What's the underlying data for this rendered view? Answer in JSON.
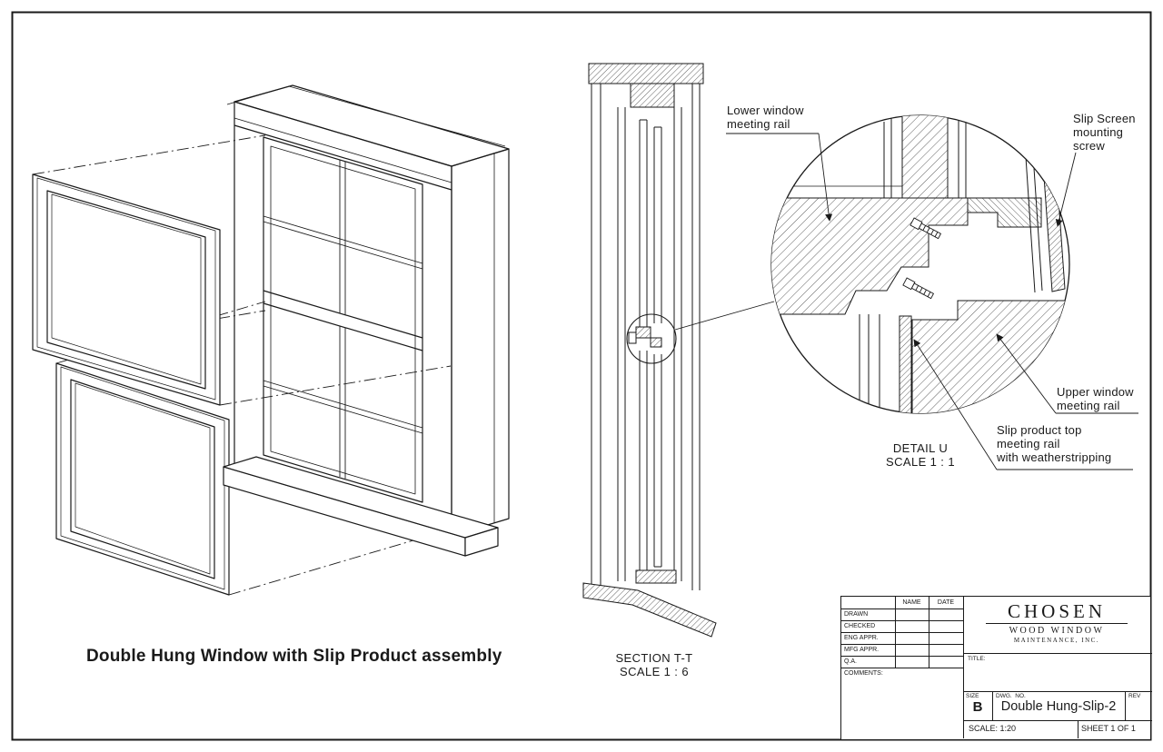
{
  "colors": {
    "line": "#1a1a1a",
    "paper": "#ffffff"
  },
  "caption": "Double Hung Window with Slip Product assembly",
  "views": {
    "section": {
      "title": "SECTION T-T",
      "scale": "SCALE 1 : 6"
    },
    "detail": {
      "title": "DETAIL U",
      "scale": "SCALE 1 : 1"
    }
  },
  "annotations": {
    "lower_rail": "Lower window\nmeeting rail",
    "screen_screw": "Slip Screen\nmounting\nscrew",
    "upper_rail": "Upper window\nmeeting rail",
    "slip_product": "Slip product top\nmeeting rail\nwith weatherstripping"
  },
  "title_block": {
    "header": {
      "name": "NAME",
      "date": "DATE"
    },
    "rows": [
      "DRAWN",
      "CHECKED",
      "ENG APPR.",
      "MFG APPR.",
      "Q.A.",
      "COMMENTS:"
    ],
    "company": {
      "name": "CHOSEN",
      "line1": "WOOD WINDOW",
      "line2": "MAINTENANCE, INC."
    },
    "title_label": "TITLE:",
    "size_label": "SIZE",
    "size_value": "B",
    "dwg_label": "DWG.  NO.",
    "dwg_value": "Double Hung-Slip-2",
    "rev_label": "REV",
    "scale": "SCALE: 1:20",
    "sheet": "SHEET 1 OF 1"
  }
}
